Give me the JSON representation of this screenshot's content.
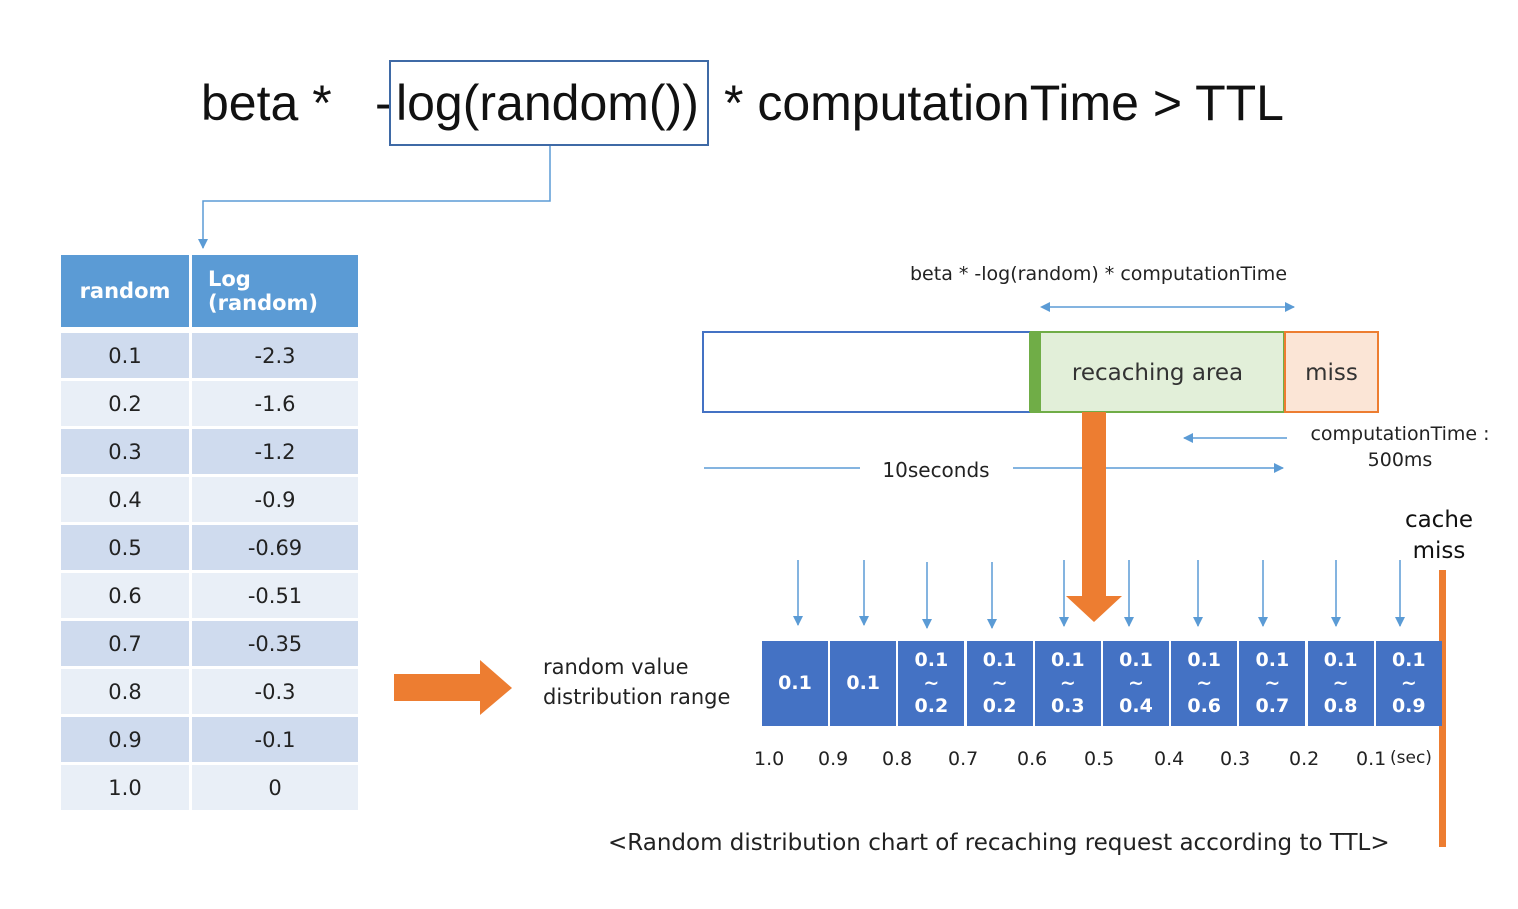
{
  "formula": {
    "beta": "beta *",
    "minus": "-",
    "log": "log(random())",
    "rest": "* computationTime  >  TTL"
  },
  "table": {
    "headers": [
      "random",
      "Log (random)"
    ],
    "header_lines": [
      "Log",
      "(random)"
    ],
    "rows": [
      [
        "0.1",
        "-2.3"
      ],
      [
        "0.2",
        "-1.6"
      ],
      [
        "0.3",
        "-1.2"
      ],
      [
        "0.4",
        "-0.9"
      ],
      [
        "0.5",
        "-0.69"
      ],
      [
        "0.6",
        "-0.51"
      ],
      [
        "0.7",
        "-0.35"
      ],
      [
        "0.8",
        "-0.3"
      ],
      [
        "0.9",
        "-0.1"
      ],
      [
        "1.0",
        "0"
      ]
    ]
  },
  "timeline": {
    "top_label": "beta * -log(random) * computationTime",
    "recaching_label": "recaching area",
    "miss_label": "miss",
    "computation_label_1": "computationTime :",
    "computation_label_2": "500ms",
    "seconds_label": "10seconds"
  },
  "distribution": {
    "range_label_1": "random value",
    "range_label_2": "distribution range",
    "cells": [
      [
        "0.1"
      ],
      [
        "0.1"
      ],
      [
        "0.1",
        "~",
        "0.2"
      ],
      [
        "0.1",
        "~",
        "0.2"
      ],
      [
        "0.1",
        "~",
        "0.3"
      ],
      [
        "0.1",
        "~",
        "0.4"
      ],
      [
        "0.1",
        "~",
        "0.6"
      ],
      [
        "0.1",
        "~",
        "0.7"
      ],
      [
        "0.1",
        "~",
        "0.8"
      ],
      [
        "0.1",
        "~",
        "0.9"
      ]
    ],
    "ticks": [
      "1.0",
      "0.9",
      "0.8",
      "0.7",
      "0.6",
      "0.5",
      "0.4",
      "0.3",
      "0.2",
      "0.1"
    ],
    "unit": "(sec)",
    "cache_miss_1": "cache",
    "cache_miss_2": "miss"
  },
  "caption": "<Random distribution chart of recaching request according to TTL>",
  "colors": {
    "header_blue": "#5b9bd5",
    "cell_blue": "#4472c4",
    "orange": "#ed7d31",
    "green": "#70ad47",
    "recaching_fill": "#e2efd9",
    "miss_fill": "#fbe5d6"
  }
}
